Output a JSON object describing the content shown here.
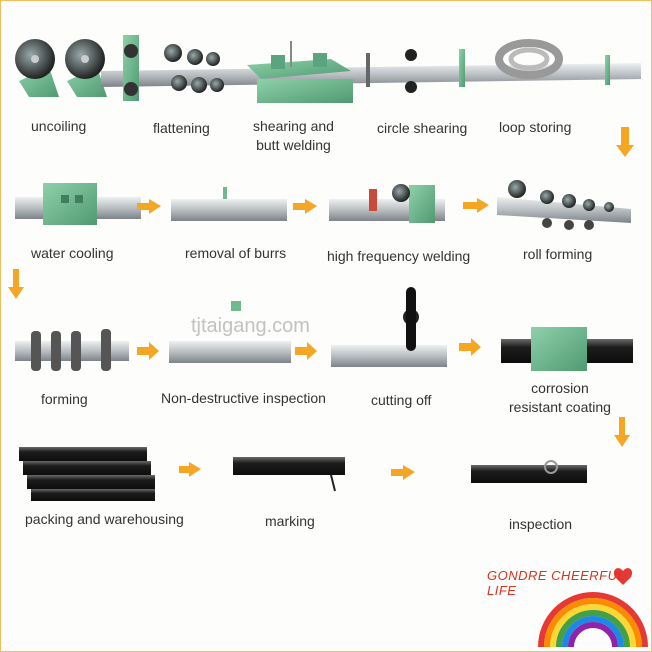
{
  "steps": {
    "uncoiling": "uncoiling",
    "flattening": "flattening",
    "shearing": "shearing and\nbutt welding",
    "circle_shearing": "circle shearing",
    "loop_storing": "loop storing",
    "roll_forming": "roll forming",
    "hf_welding": "high frequency welding",
    "burrs": "removal of burrs",
    "water_cooling": "water cooling",
    "forming": "forming",
    "ndi": "Non-destructive inspection",
    "cutting": "cutting off",
    "coating": "corrosion\nresistant coating",
    "inspection": "inspection",
    "marking": "marking",
    "packing": "packing and warehousing"
  },
  "watermark": "tjtaigang.com",
  "brand": "GONDRE CHEERFUL LIFE",
  "colors": {
    "arrow": "#f5a623",
    "green": "#6fb98f",
    "steel": "#9aa0a6",
    "pipe": "#2a2a2a"
  }
}
